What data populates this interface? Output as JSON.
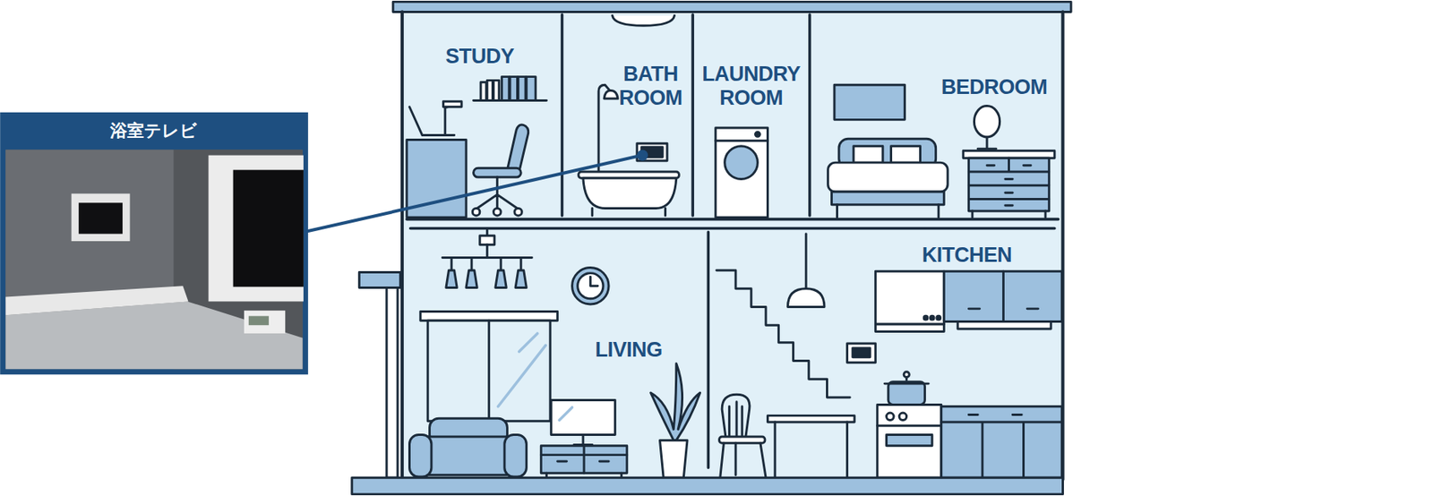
{
  "diagram": {
    "nodes": [
      {
        "text": [
          "浴室テレビ"
        ]
      }
    ],
    "labels": [
      "STUDY",
      "BATH ROOM",
      "LAUNDRY ROOM",
      "BEDROOM",
      "KITCHEN",
      "LIVING"
    ]
  }
}
